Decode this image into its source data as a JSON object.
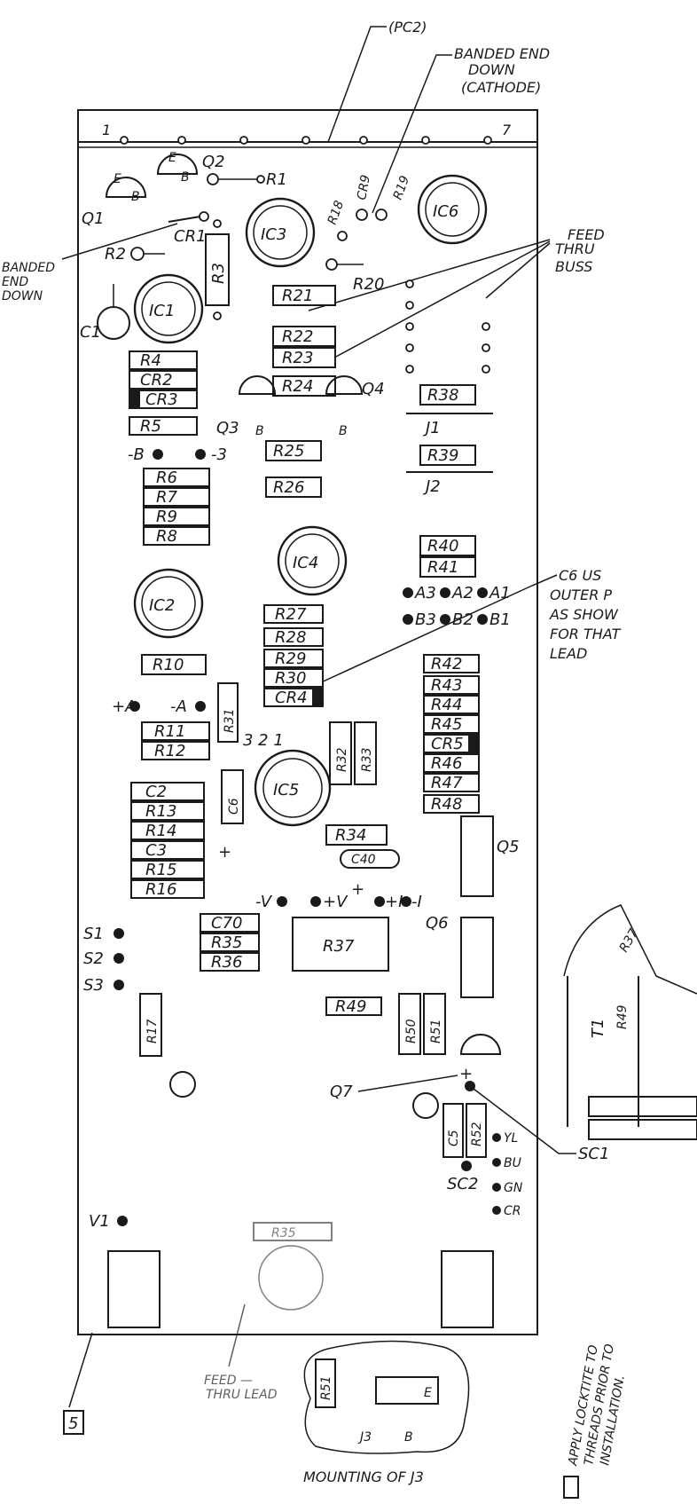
{
  "callouts": {
    "pc2": "(PC2)",
    "banded_end_top_1": "BANDED END",
    "banded_end_top_2": "DOWN",
    "banded_end_top_3": "(CATHODE)",
    "banded_end_left_1": "BANDED",
    "banded_end_left_2": "END",
    "banded_end_left_3": "DOWN",
    "feed_1": "FEED",
    "feed_2": "THRU",
    "feed_3": "BUSS",
    "c6_1": "C6 US",
    "c6_2": "OUTER P",
    "c6_3": "AS SHOW",
    "c6_4": "FOR THAT",
    "c6_5": "LEAD",
    "feed_lead_1": "FEED —",
    "feed_lead_2": "THRU LEAD",
    "mounting": "MOUNTING OF J3",
    "q7": "Q7",
    "sc1": "SC1",
    "sc2": "SC2",
    "box_number": "5",
    "locktite_1": "APPLY LOCKTITE TO",
    "locktite_2": "THREADS PRIOR TO",
    "locktite_3": "INSTALLATION."
  },
  "board": {
    "edge_1": "1",
    "edge_7": "7",
    "ics": [
      "IC1",
      "IC2",
      "IC3",
      "IC4",
      "IC5",
      "IC6"
    ],
    "resistors_center": [
      "R21",
      "R22",
      "R23",
      "R24",
      "R25",
      "R26",
      "R27",
      "R28",
      "R29",
      "R30"
    ],
    "resistors_left": [
      "R4",
      "CR2",
      "CR3",
      "R5",
      "R6",
      "R7",
      "R9",
      "R8",
      "R10",
      "R11",
      "R12",
      "C2",
      "R13",
      "R14",
      "C3",
      "R15",
      "R16"
    ],
    "resistors_right": [
      "R38",
      "R39",
      "R40",
      "R41",
      "R42",
      "R43",
      "R44",
      "R45",
      "CR5",
      "R46",
      "R47",
      "R48"
    ],
    "misc": {
      "r1": "R1",
      "r2": "R2",
      "r3": "R3",
      "r18": "R18",
      "r19": "R19",
      "r20": "R20",
      "cr1": "CR1",
      "cr4": "CR4",
      "c1": "C1",
      "q1": "Q1",
      "q2": "Q2",
      "q3": "Q3",
      "q4": "Q4",
      "q5": "Q5",
      "q6": "Q6",
      "cr9": "CR9",
      "j1": "J1",
      "j2": "J2",
      "j3": "J3",
      "r31": "R31",
      "r32": "R32",
      "r33": "R33",
      "r34": "R34",
      "c6": "C6",
      "c40": "C40",
      "c70": "C70",
      "r35": "R35",
      "r36": "R36",
      "r37": "R37",
      "r49": "R49",
      "r50": "R50",
      "r51": "R51",
      "r52": "R52",
      "r17": "R17",
      "c5": "C5",
      "a3": "A3",
      "a2": "A2",
      "a1": "A1",
      "b3": "B3",
      "b2": "B2",
      "b1": "B1",
      "minus_b": "-B",
      "minus_3": "-3",
      "plus_a": "+A",
      "minus_a": "-A",
      "pins_321": "3 2 1",
      "minus_v": "-V",
      "plus_v": "+V",
      "plus": "+",
      "plus_i": "+I",
      "minus_i": "-I",
      "s1": "S1",
      "s2": "S2",
      "s3": "S3",
      "v1": "V1",
      "yl": "YL",
      "bu": "BU",
      "gn": "GN",
      "cr": "CR",
      "t1": "T1",
      "inset_r49": "R49",
      "inset_r37": "R37",
      "e": "E",
      "b": "B",
      "one": "1"
    }
  }
}
